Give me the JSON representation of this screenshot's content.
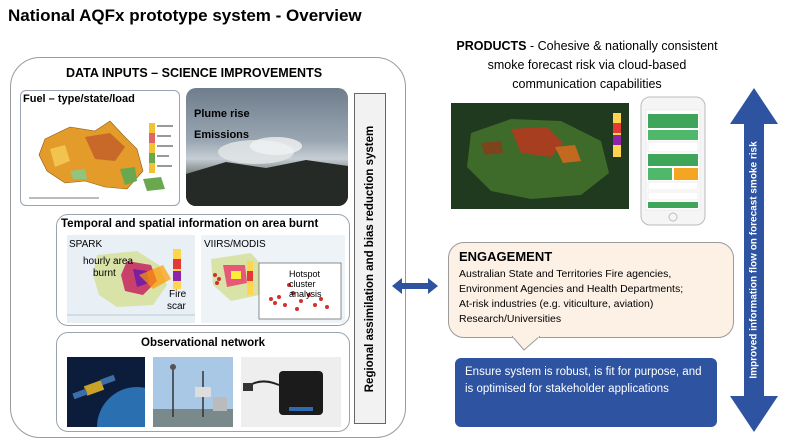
{
  "title": "National AQFx prototype system - Overview",
  "data_inputs": {
    "heading": "DATA INPUTS – SCIENCE IMPROVEMENTS",
    "fuel_label": "Fuel – type/state/load",
    "plume_label": "Plume rise",
    "emissions_label": "Emissions",
    "temporal_heading": "Temporal and spatial information on area burnt",
    "spark_label": "SPARK",
    "hourly_label": "hourly area",
    "burnt_label": "burnt",
    "fire_label": "Fire",
    "scar_label": "scar",
    "viirs_label": "VIIRS/MODIS",
    "hotspot_label": "Hotspot",
    "cluster_label": "cluster",
    "analysis_label": "analysis",
    "obs_heading": "Observational network"
  },
  "regional_bar": "Regional assimilation and bias reduction system",
  "products": {
    "bold": "PRODUCTS",
    "line1": " - Cohesive & nationally consistent",
    "line2": "smoke forecast risk via cloud-based",
    "line3": "communication capabilities"
  },
  "engagement": {
    "title": "ENGAGEMENT",
    "lines": [
      "Australian State and Territories Fire agencies,",
      "Environment Agencies and Health Departments;",
      "At-risk industries (e.g. viticulture, aviation)",
      "Research/Universities"
    ]
  },
  "ensure_text": "Ensure system is robust, is fit for purpose, and is optimised for stakeholder applications",
  "flow_arrow": "Improved information flow on forecast smoke risk",
  "colors": {
    "arrow_blue": "#2e53a1",
    "engagement_bg": "#fdf1e6"
  }
}
